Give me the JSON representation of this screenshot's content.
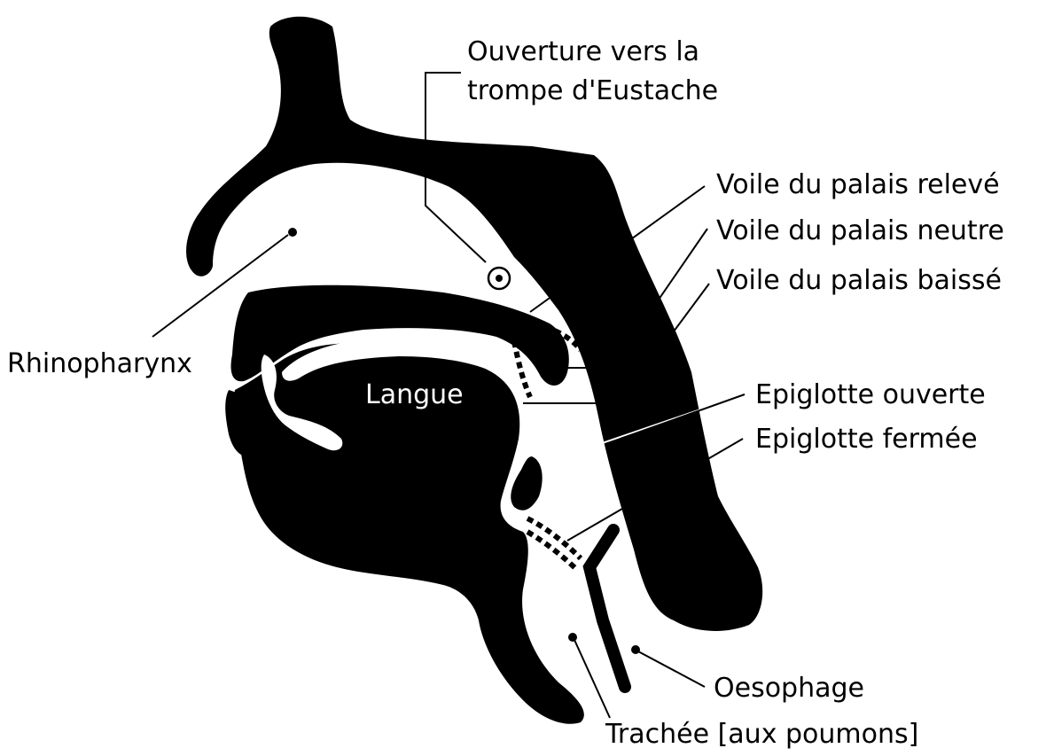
{
  "diagram": {
    "labels": {
      "eustachian": [
        "Ouverture vers la",
        "trompe d'Eustache"
      ],
      "velum_raised": "Voile du palais relevé",
      "velum_neutral": "Voile du palais neutre",
      "velum_lowered": "Voile du palais baissé",
      "rhinopharynx": "Rhinopharynx",
      "tongue": "Langue",
      "epiglottis_open": "Epiglotte ouverte",
      "epiglottis_closed": "Epiglotte fermée",
      "esophagus": "Oesophage",
      "trachea": "Trachée [aux poumons]"
    },
    "colors": {
      "ink": "#000000",
      "paper": "#ffffff"
    }
  }
}
